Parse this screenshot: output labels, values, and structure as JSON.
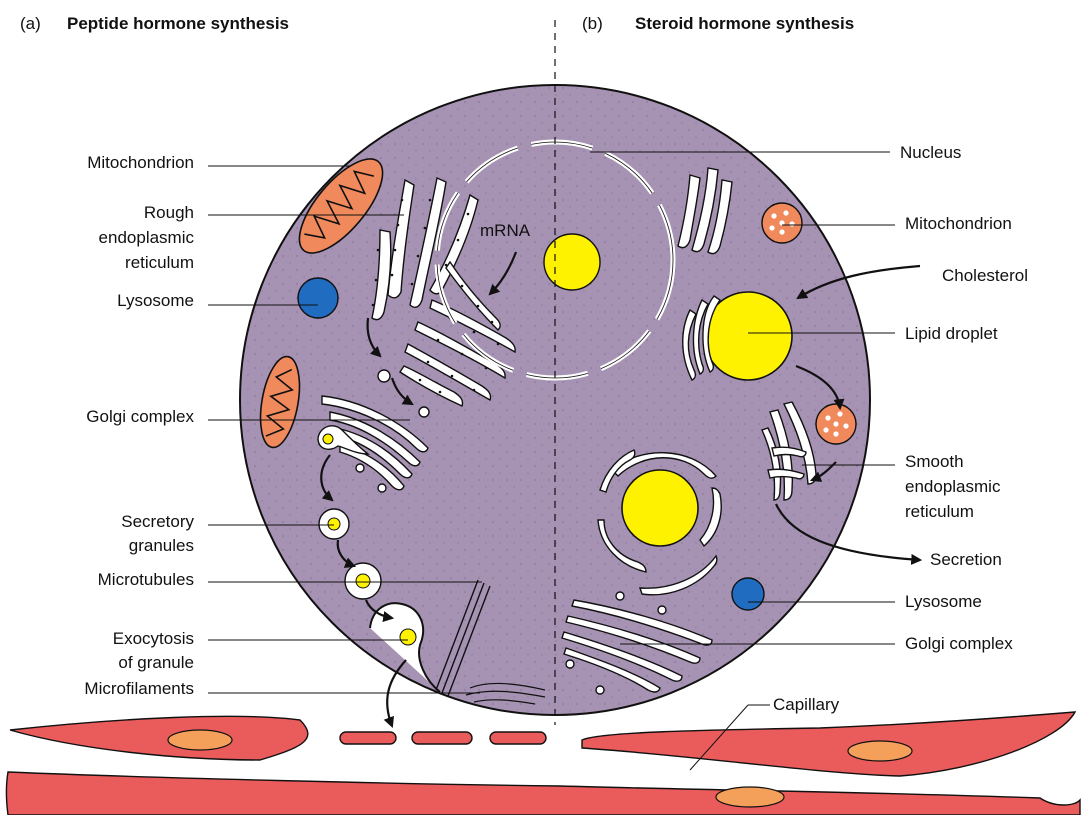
{
  "panels": {
    "a": {
      "letter": "(a)",
      "title": "Peptide hormone synthesis"
    },
    "b": {
      "letter": "(b)",
      "title": "Steroid hormone synthesis"
    }
  },
  "labels": {
    "mitochondrion_a": "Mitochondrion",
    "rough_er_1": "Rough",
    "rough_er_2": "endoplasmic",
    "rough_er_3": "reticulum",
    "lysosome_a": "Lysosome",
    "golgi_a": "Golgi complex",
    "secretory_1": "Secretory",
    "secretory_2": "granules",
    "microtubules": "Microtubules",
    "exocytosis_1": "Exocytosis",
    "exocytosis_2": "of granule",
    "microfilaments": "Microfilaments",
    "mrna": "mRNA",
    "nucleus": "Nucleus",
    "mitochondrion_b": "Mitochondrion",
    "cholesterol": "Cholesterol",
    "lipid_droplet": "Lipid droplet",
    "smooth_er_1": "Smooth",
    "smooth_er_2": "endoplasmic",
    "smooth_er_3": "reticulum",
    "secretion": "Secretion",
    "lysosome_b": "Lysosome",
    "golgi_b": "Golgi complex",
    "capillary": "Capillary"
  },
  "colors": {
    "cell": "#a692b2",
    "droplet": "#fff200",
    "mito": "#f08a5d",
    "lysosome": "#1f6cc0",
    "capillary": "#ea5b5b",
    "capillary_nucleus": "#f5a05a"
  }
}
